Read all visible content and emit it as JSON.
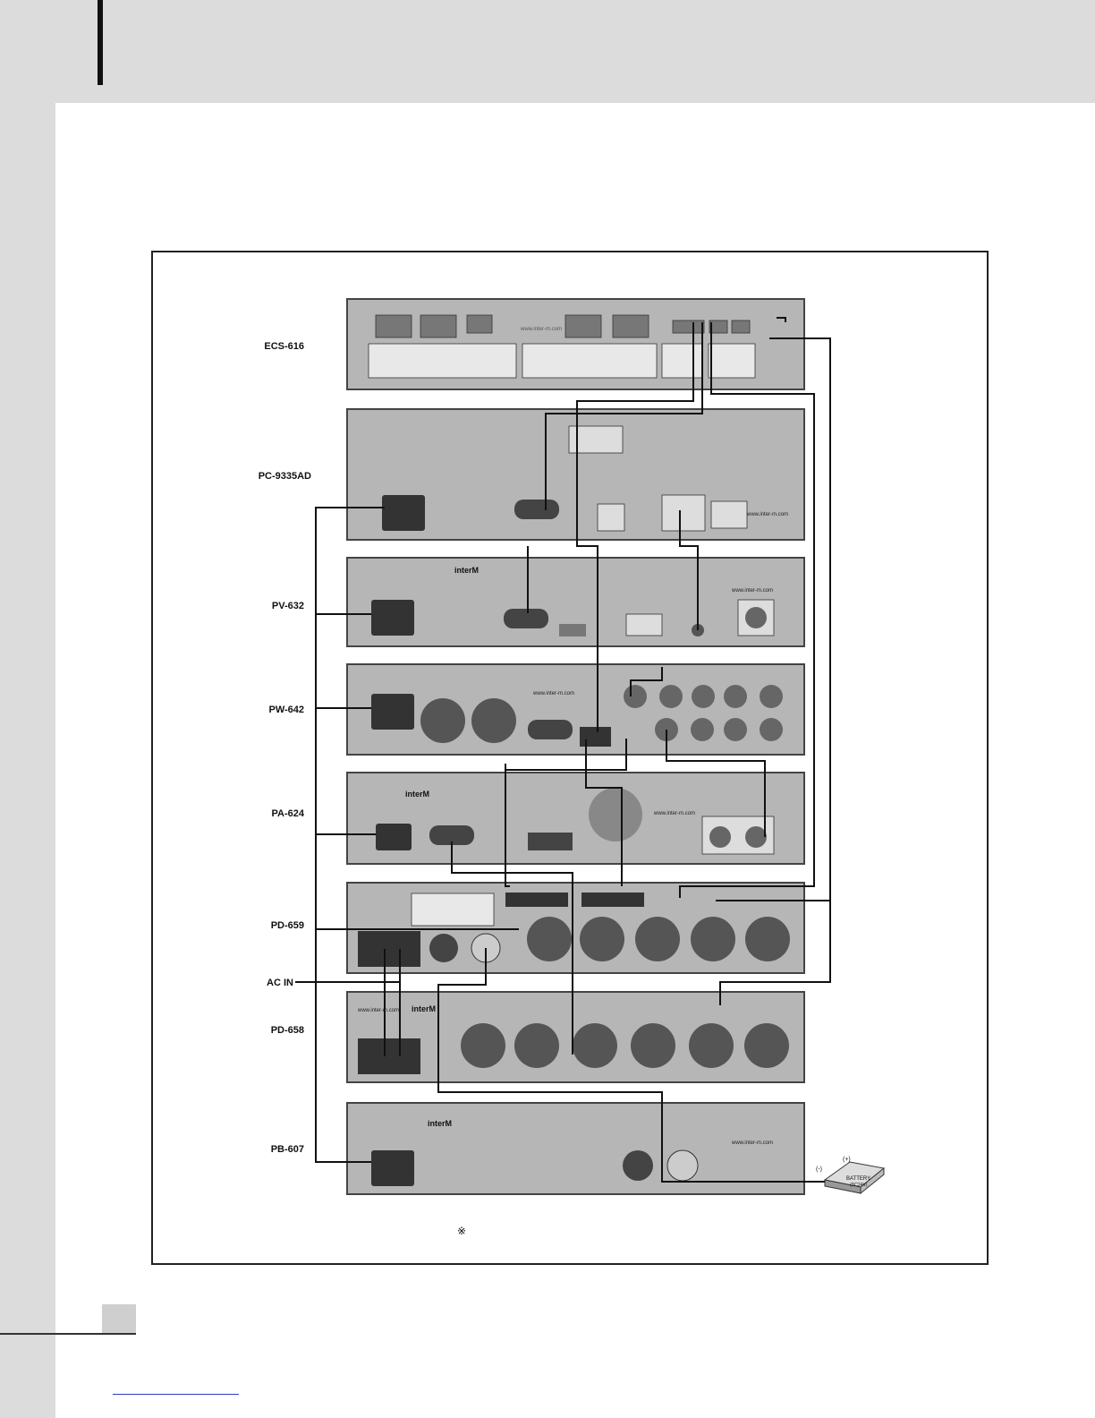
{
  "devices": [
    {
      "label": "ECS-616"
    },
    {
      "label": "PC-9335AD"
    },
    {
      "label": "PV-632"
    },
    {
      "label": "PW-642"
    },
    {
      "label": "PA-624"
    },
    {
      "label": "PD-659"
    },
    {
      "label": "AC IN"
    },
    {
      "label": "PD-658"
    },
    {
      "label": "PB-607"
    }
  ],
  "brand": "interM",
  "website": "www.inter-m.com",
  "battery": {
    "label": "BATTERY",
    "sub": "(DC24V)",
    "plus": "(+)",
    "minus": "(-)"
  },
  "note_mark": "※",
  "colors": {
    "panel": "#b6b6b6",
    "band": "#dcdcdc",
    "wire": "#111111"
  }
}
